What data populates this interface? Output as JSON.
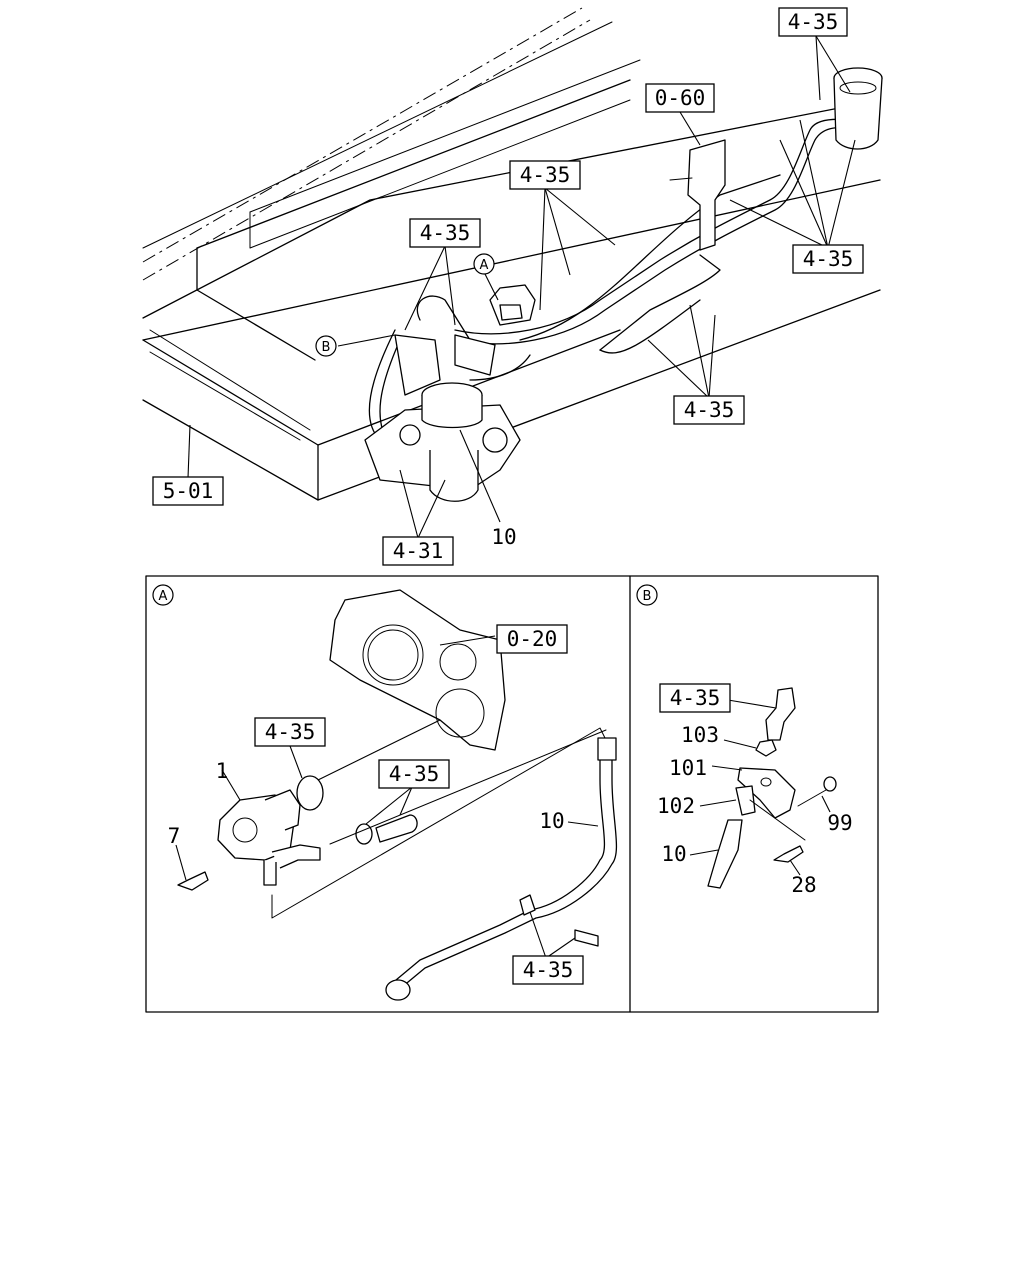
{
  "refs": {
    "r435_top": "4-35",
    "r060": "0-60",
    "r435_a": "4-35",
    "r435_b": "4-35",
    "r435_right": "4-35",
    "r435_mid": "4-35",
    "r501": "5-01",
    "r431": "4-31",
    "r020": "0-20",
    "r435_detA1": "4-35",
    "r435_detA2": "4-35",
    "r435_detA3": "4-35",
    "r435_detB": "4-35"
  },
  "parts": {
    "p10_main": "10",
    "p1": "1",
    "p7": "7",
    "p10_detA": "10",
    "p103": "103",
    "p101": "101",
    "p102": "102",
    "p10_detB": "10",
    "p99": "99",
    "p28": "28"
  },
  "markers": {
    "a": "A",
    "b": "B"
  }
}
